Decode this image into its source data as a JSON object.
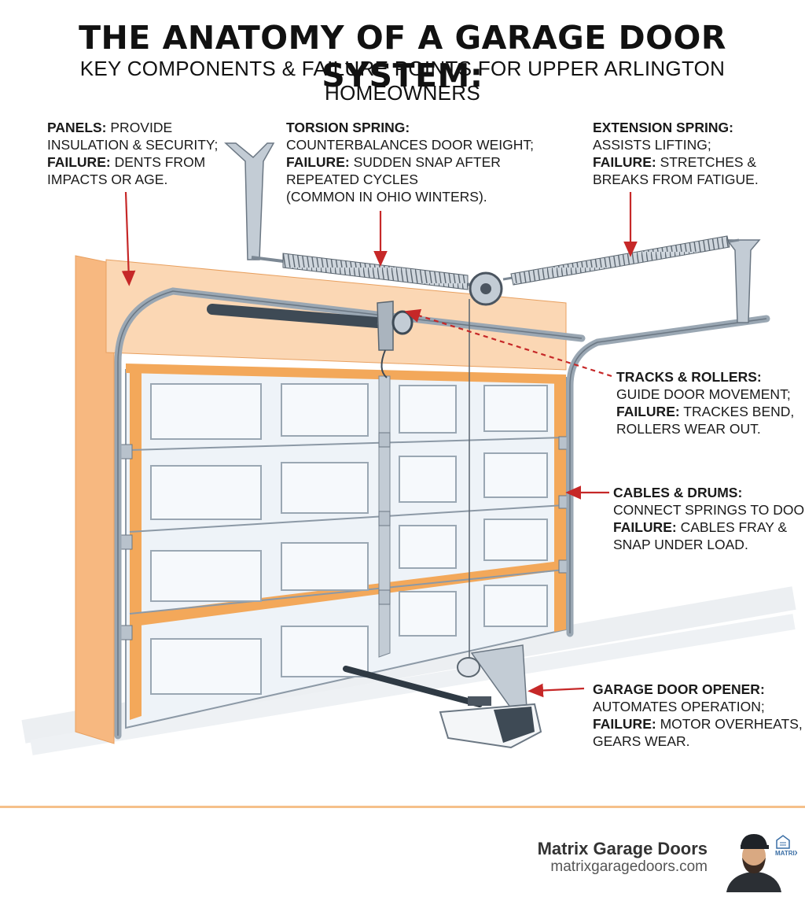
{
  "title": "THE ANATOMY OF A GARAGE DOOR SYSTEM:",
  "subtitle": "KEY COMPONENTS & FAILURE POINTS FOR UPPER ARLINGTON HOMEOWNERS",
  "callouts": {
    "panels": {
      "label": "PANELS:",
      "line1": " PROVIDE",
      "line2": "INSULATION & SECURITY;",
      "failure_label": "FAILURE:",
      "line3": " DENTS FROM",
      "line4": "IMPACTS OR AGE."
    },
    "torsion": {
      "label": "TORSION SPRING:",
      "line2": "COUNTERBALANCES DOOR WEIGHT;",
      "failure_label": "FAILURE:",
      "line3": " SUDDEN SNAP AFTER",
      "line4": "REPEATED CYCLES",
      "line5": "(COMMON IN OHIO WINTERS)."
    },
    "extension": {
      "label": "EXTENSION SPRING:",
      "line2": "ASSISTS LIFTING;",
      "failure_label": "FAILURE:",
      "line3": " STRETCHES &",
      "line4": "BREAKS FROM FATIGUE."
    },
    "tracks": {
      "label": "TRACKS & ROLLERS:",
      "line2": "GUIDE DOOR MOVEMENT;",
      "failure_label": "FAILURE:",
      "line3": " TRACKES BEND,",
      "line4": "ROLLERS WEAR OUT."
    },
    "cables": {
      "label": "CABLES & DRUMS:",
      "line2": "CONNECT SPRINGS TO DOOR;",
      "failure_label": "FAILURE:",
      "line3": " CABLES FRAY &",
      "line4": "SNAP UNDER LOAD."
    },
    "opener": {
      "label": "GARAGE DOOR OPENER:",
      "line2": "AUTOMATES OPERATION;",
      "failure_label": "FAILURE:",
      "line3": " MOTOR OVERHEATS,",
      "line4": "GEARS WEAR."
    }
  },
  "footer": {
    "brand_name": "Matrix Garage Doors",
    "brand_url": "matrixgaragedoors.com",
    "logo_text": "MATRIX"
  },
  "colors": {
    "arrow_red": "#c62828",
    "wall_orange": "#f9c89a",
    "door_white": "#eef3f8",
    "track_steel": "#9aa7b3",
    "footer_rule": "#f5c08a"
  }
}
